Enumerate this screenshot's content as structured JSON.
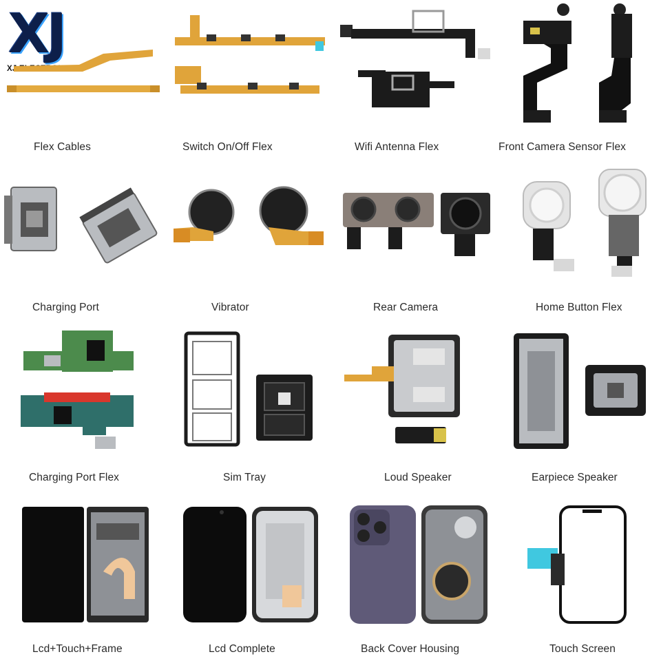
{
  "brand": {
    "logo_text": "XJ",
    "name": "XJ ELECTRONICS"
  },
  "products": [
    {
      "label": "Flex Cables",
      "icon": "flex-cable-icon"
    },
    {
      "label": "Switch On/Off Flex",
      "icon": "switch-flex-icon"
    },
    {
      "label": "Wifi Antenna Flex",
      "icon": "wifi-antenna-icon"
    },
    {
      "label": "Front Camera Sensor Flex",
      "icon": "front-camera-icon"
    },
    {
      "label": "Charging Port",
      "icon": "charging-port-icon"
    },
    {
      "label": "Vibrator",
      "icon": "vibrator-icon"
    },
    {
      "label": "Rear Camera",
      "icon": "rear-camera-icon"
    },
    {
      "label": "Home Button Flex",
      "icon": "home-button-icon"
    },
    {
      "label": "Charging Port Flex",
      "icon": "charging-board-icon"
    },
    {
      "label": "Sim Tray",
      "icon": "sim-tray-icon"
    },
    {
      "label": "Loud Speaker",
      "icon": "loud-speaker-icon"
    },
    {
      "label": "Earpiece Speaker",
      "icon": "earpiece-icon"
    },
    {
      "label": "Lcd+Touch+Frame",
      "icon": "lcd-frame-icon"
    },
    {
      "label": "Lcd Complete",
      "icon": "lcd-complete-icon"
    },
    {
      "label": "Back Cover Housing",
      "icon": "back-housing-icon"
    },
    {
      "label": "Touch Screen",
      "icon": "touch-screen-icon"
    }
  ],
  "colors": {
    "flex_orange": "#e0a43a",
    "board_green": "#2f8a4e",
    "metal": "#b9bcc0",
    "dark": "#1b1b1b",
    "phone_purple": "#5f5a78"
  }
}
